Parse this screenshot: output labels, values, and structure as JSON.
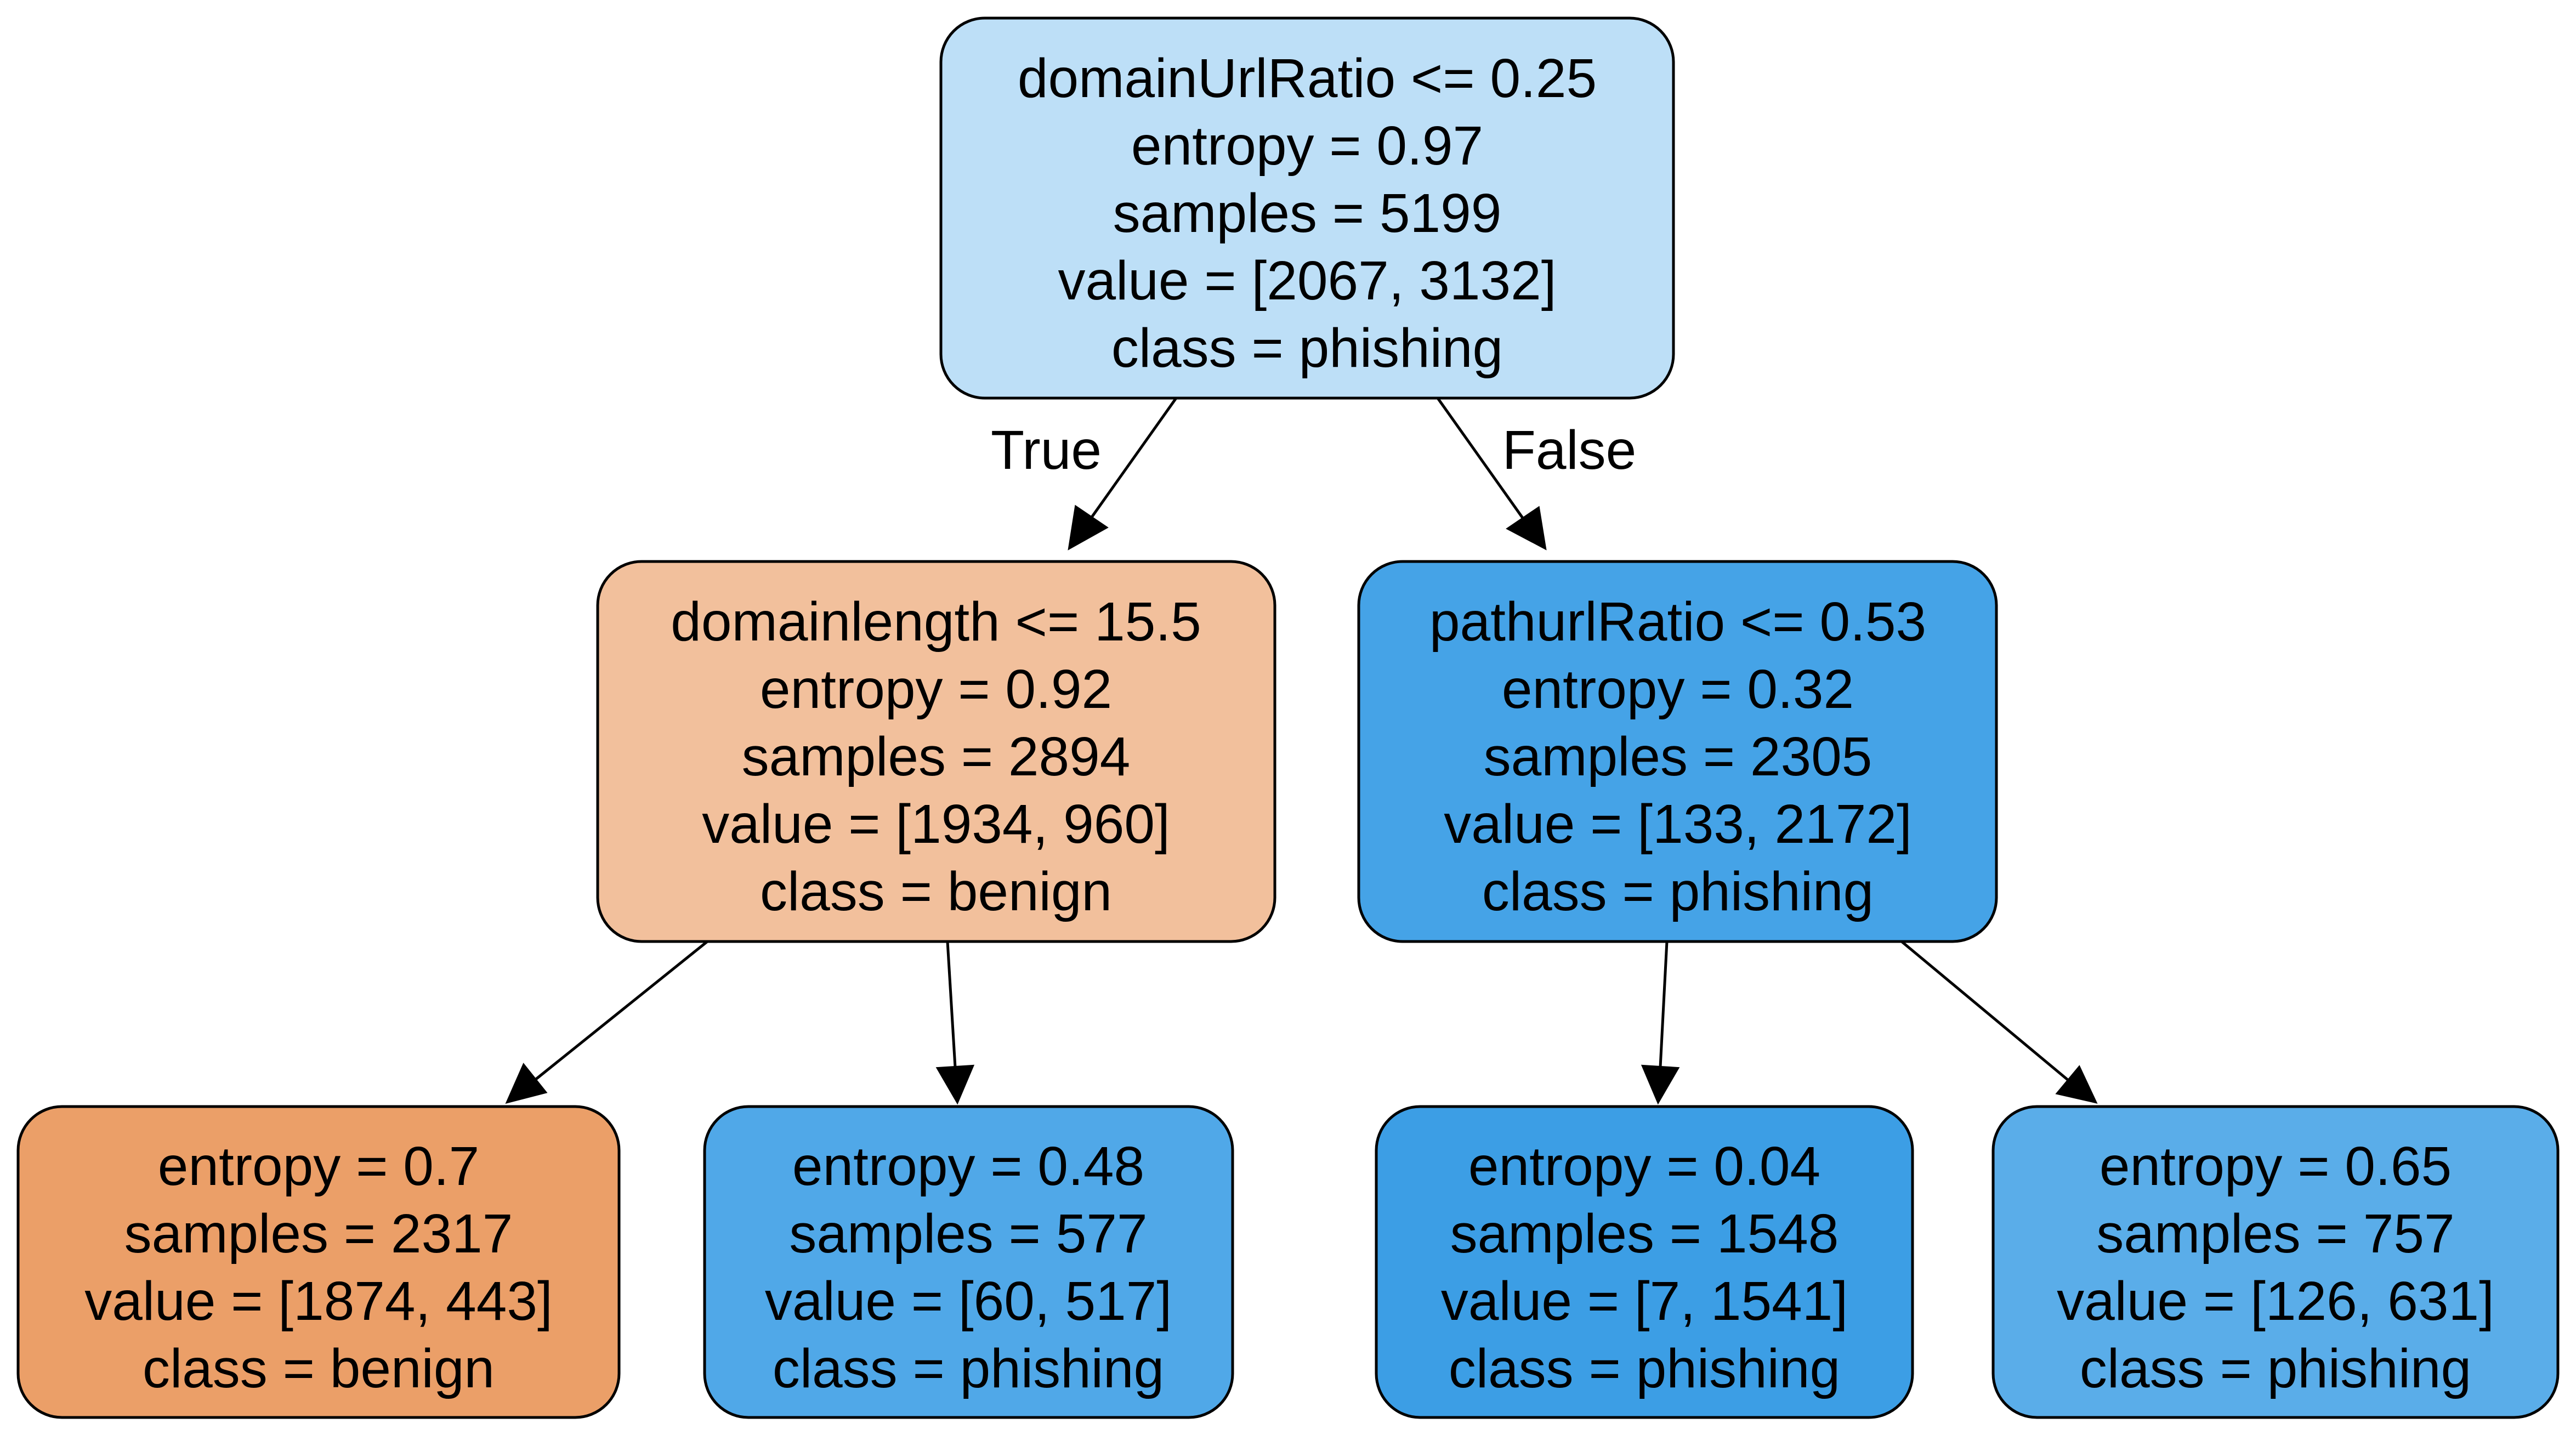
{
  "nodes": {
    "root": {
      "lines": [
        "domainUrlRatio <= 0.25",
        "entropy = 0.97",
        "samples = 5199",
        "value = [2067, 3132]",
        "class = phishing"
      ],
      "fill": "#bddff7"
    },
    "left": {
      "lines": [
        "domainlength <= 15.5",
        "entropy = 0.92",
        "samples = 2894",
        "value = [1934, 960]",
        "class = benign"
      ],
      "fill": "#f2c09c"
    },
    "right": {
      "lines": [
        "pathurlRatio <= 0.53",
        "entropy = 0.32",
        "samples = 2305",
        "value = [133, 2172]",
        "class = phishing"
      ],
      "fill": "#45a3e7"
    },
    "leaf1": {
      "lines": [
        "entropy = 0.7",
        "samples = 2317",
        "value = [1874, 443]",
        "class = benign"
      ],
      "fill": "#eb9f68"
    },
    "leaf2": {
      "lines": [
        "entropy = 0.48",
        "samples = 577",
        "value = [60, 517]",
        "class = phishing"
      ],
      "fill": "#50a8e8"
    },
    "leaf3": {
      "lines": [
        "entropy = 0.04",
        "samples = 1548",
        "value = [7, 1541]",
        "class = phishing"
      ],
      "fill": "#3c9ee5"
    },
    "leaf4": {
      "lines": [
        "entropy = 0.65",
        "samples = 757",
        "value = [126, 631]",
        "class = phishing"
      ],
      "fill": "#5aade9"
    }
  },
  "edge_labels": {
    "true_label": "True",
    "false_label": "False"
  }
}
